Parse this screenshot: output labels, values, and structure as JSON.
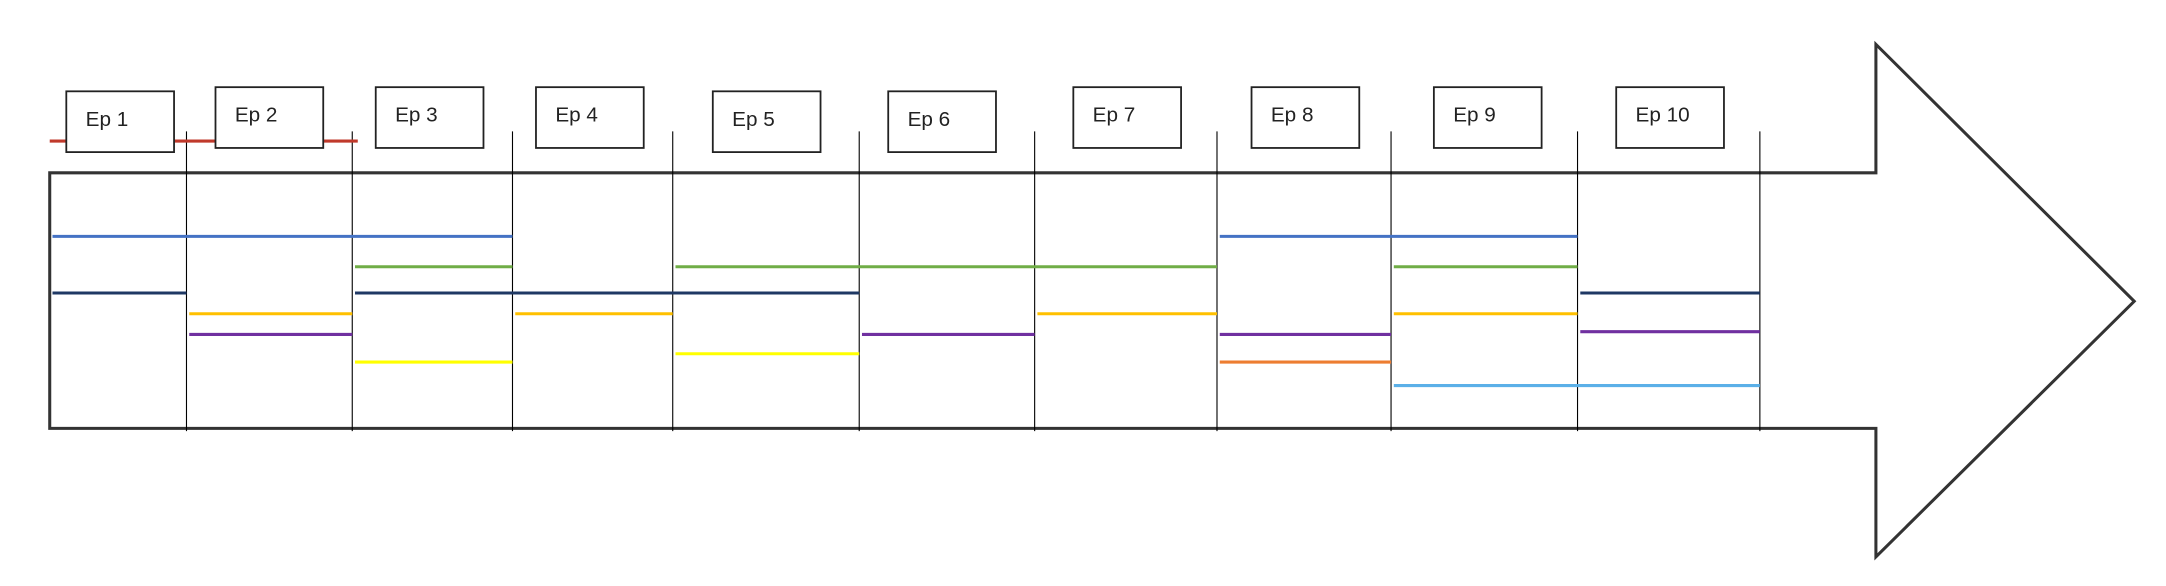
{
  "episodes": [
    "Ep 1",
    "Ep 2",
    "Ep 3",
    "Ep 4",
    "Ep 5",
    "Ep 6",
    "Ep 7",
    "Ep 8",
    "Ep 9",
    "Ep 10"
  ],
  "colors": {
    "red": "#C0392B",
    "blue": "#4472C4",
    "green": "#70AD47",
    "navy": "#1F3864",
    "gold": "#FFC000",
    "purple": "#7030A0",
    "yellow": "#FFFF00",
    "orange": "#ED7D31",
    "lightblue": "#5BB0E8",
    "outline": "#333333"
  },
  "segments": [
    {
      "track": "red",
      "from_ep": 1,
      "to_ep": 2
    },
    {
      "track": "blue",
      "from_ep": 1,
      "to_ep": 3
    },
    {
      "track": "blue",
      "from_ep": 8,
      "to_ep": 9
    },
    {
      "track": "green",
      "from_ep": 3,
      "to_ep": 3
    },
    {
      "track": "green",
      "from_ep": 5,
      "to_ep": 7
    },
    {
      "track": "green",
      "from_ep": 9,
      "to_ep": 9
    },
    {
      "track": "navy",
      "from_ep": 1,
      "to_ep": 1
    },
    {
      "track": "navy",
      "from_ep": 3,
      "to_ep": 5
    },
    {
      "track": "navy",
      "from_ep": 10,
      "to_ep": 10
    },
    {
      "track": "gold",
      "from_ep": 2,
      "to_ep": 2
    },
    {
      "track": "gold",
      "from_ep": 4,
      "to_ep": 4
    },
    {
      "track": "gold",
      "from_ep": 7,
      "to_ep": 7
    },
    {
      "track": "gold",
      "from_ep": 9,
      "to_ep": 9
    },
    {
      "track": "purple",
      "from_ep": 2,
      "to_ep": 2
    },
    {
      "track": "purple",
      "from_ep": 6,
      "to_ep": 6
    },
    {
      "track": "purple",
      "from_ep": 8,
      "to_ep": 8
    },
    {
      "track": "purple",
      "from_ep": 10,
      "to_ep": 10
    },
    {
      "track": "yellow",
      "from_ep": 3,
      "to_ep": 3
    },
    {
      "track": "yellow",
      "from_ep": 5,
      "to_ep": 5
    },
    {
      "track": "orange",
      "from_ep": 8,
      "to_ep": 8
    },
    {
      "track": "lightblue",
      "from_ep": 9,
      "to_ep": 10
    }
  ]
}
